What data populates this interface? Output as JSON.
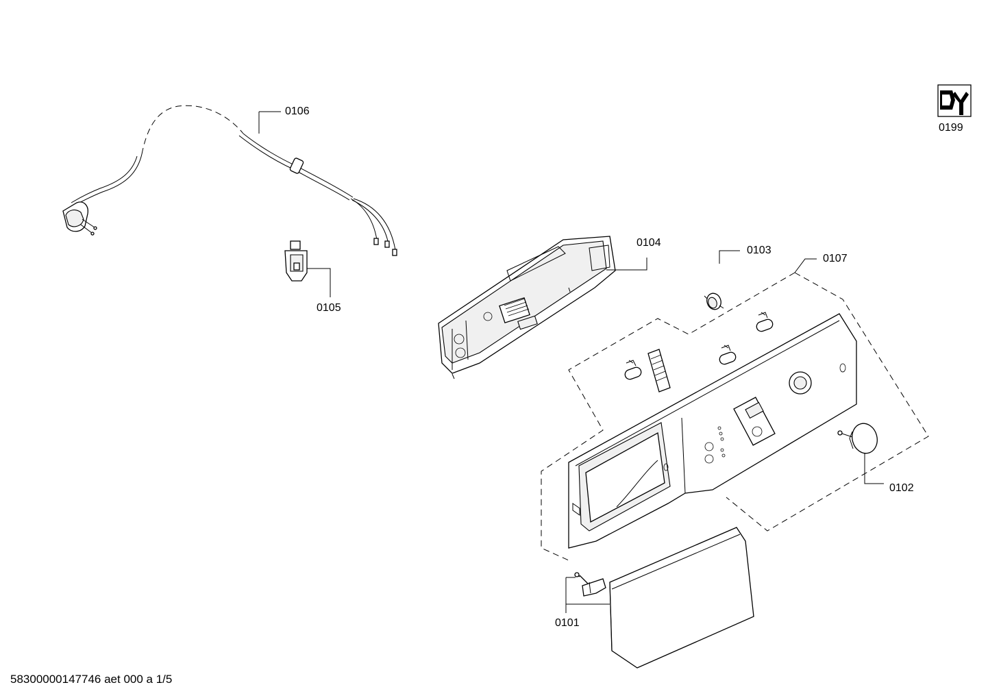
{
  "diagram": {
    "footer_text": "58300000147746 aet 000 a 1/5",
    "parts": [
      {
        "id": "part-0101",
        "label": "0101"
      },
      {
        "id": "part-0102",
        "label": "0102"
      },
      {
        "id": "part-0103",
        "label": "0103"
      },
      {
        "id": "part-0104",
        "label": "0104"
      },
      {
        "id": "part-0105",
        "label": "0105"
      },
      {
        "id": "part-0106",
        "label": "0106"
      },
      {
        "id": "part-0107",
        "label": "0107"
      },
      {
        "id": "part-0199",
        "label": "0199"
      }
    ]
  }
}
